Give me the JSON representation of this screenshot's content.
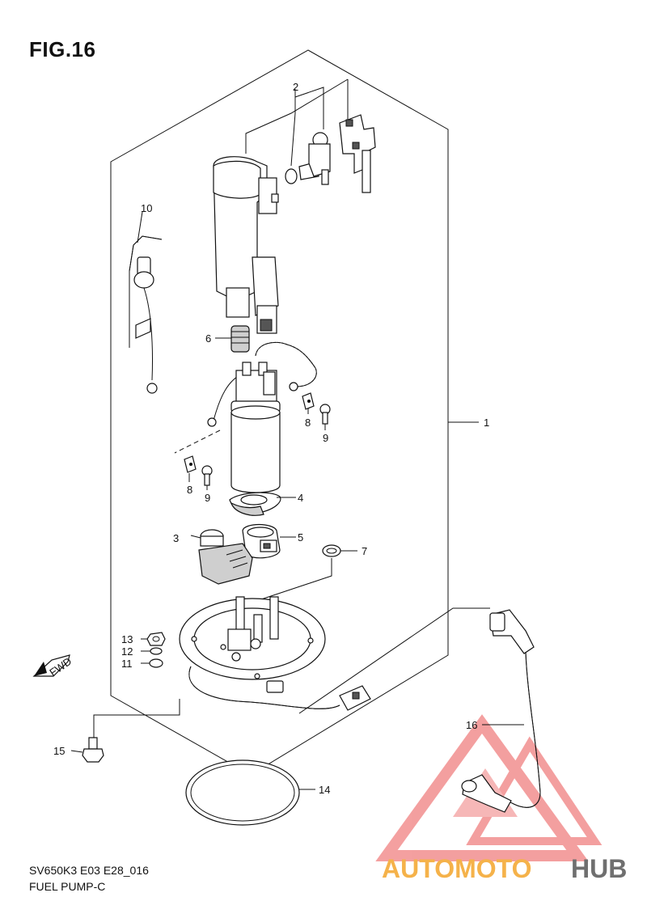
{
  "figure": {
    "title": "FIG.16",
    "code": "SV650K3 E03 E28_016",
    "caption": "FUEL PUMP-C"
  },
  "fwd_label": "FWD",
  "callouts": [
    {
      "id": "c1",
      "text": "1"
    },
    {
      "id": "c2",
      "text": "2"
    },
    {
      "id": "c3",
      "text": "3"
    },
    {
      "id": "c4",
      "text": "4"
    },
    {
      "id": "c5",
      "text": "5"
    },
    {
      "id": "c6",
      "text": "6"
    },
    {
      "id": "c7",
      "text": "7"
    },
    {
      "id": "c8a",
      "text": "8"
    },
    {
      "id": "c8b",
      "text": "8"
    },
    {
      "id": "c9a",
      "text": "9"
    },
    {
      "id": "c9b",
      "text": "9"
    },
    {
      "id": "c10",
      "text": "10"
    },
    {
      "id": "c11",
      "text": "11"
    },
    {
      "id": "c12",
      "text": "12"
    },
    {
      "id": "c13",
      "text": "13"
    },
    {
      "id": "c14",
      "text": "14"
    },
    {
      "id": "c15",
      "text": "15"
    },
    {
      "id": "c16",
      "text": "16"
    }
  ],
  "watermark": {
    "brand_part1": "AUTOMOTO",
    "brand_part2": "HUB",
    "colors": {
      "logo": "#f08080",
      "part1": "#f5b24a",
      "part2": "#6f6f6f"
    }
  }
}
